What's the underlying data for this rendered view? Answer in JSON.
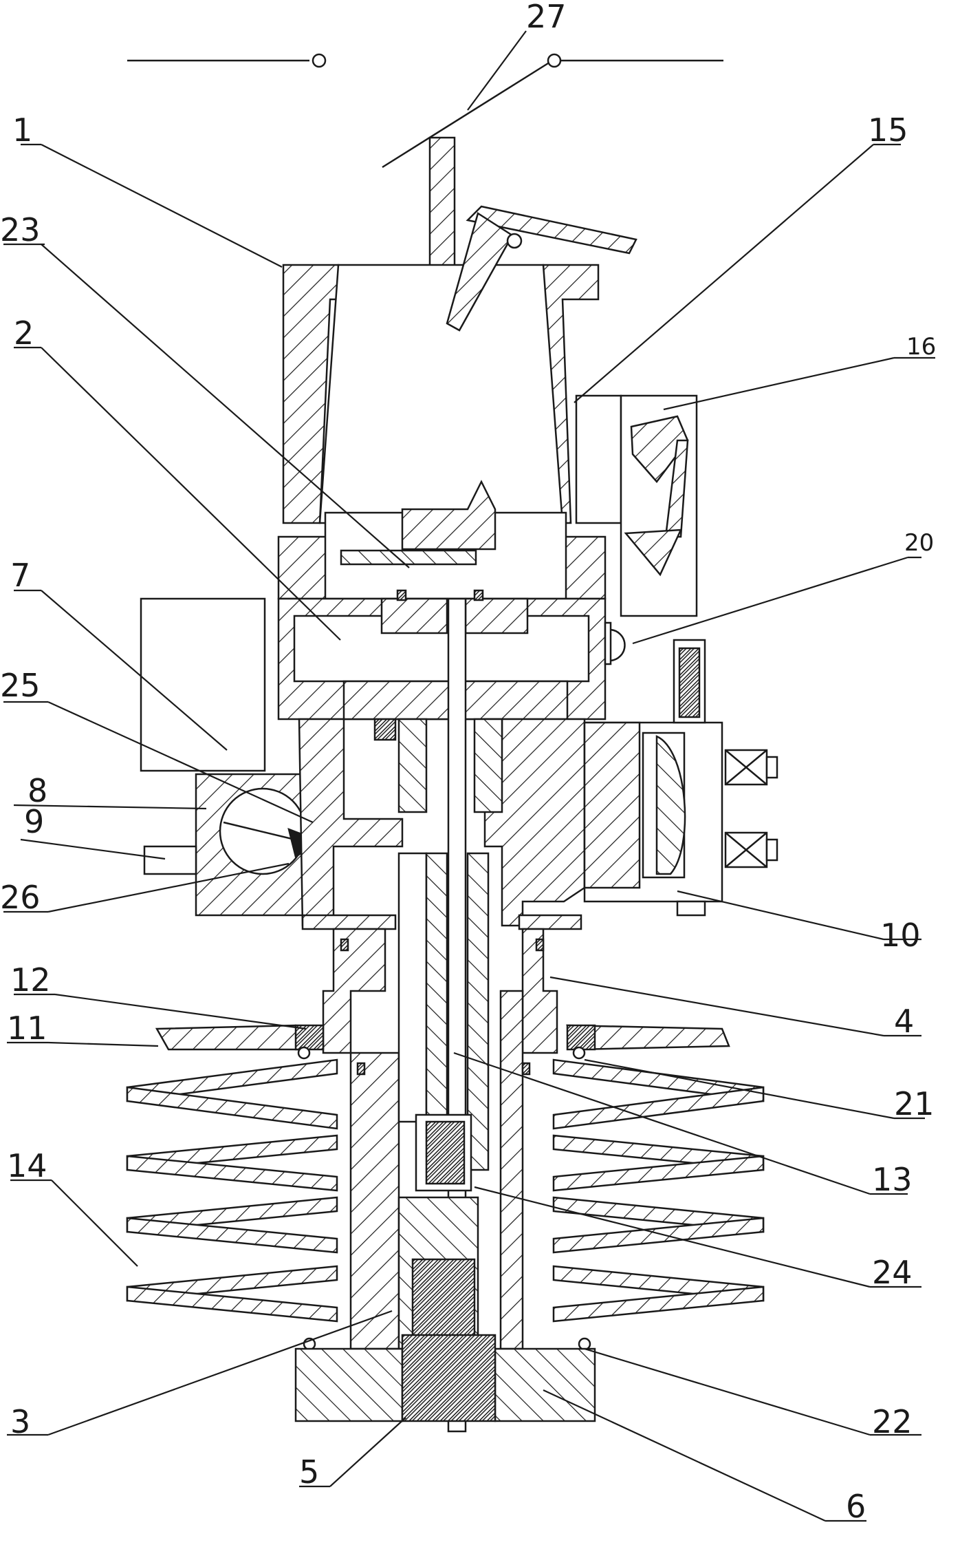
{
  "colors": {
    "ink": "#1a1a1a",
    "hatch": "#1a1a1a",
    "paper": "#ffffff"
  },
  "callouts": [
    {
      "id": "c27",
      "label": "27"
    },
    {
      "id": "c1",
      "label": "1"
    },
    {
      "id": "c15",
      "label": "15"
    },
    {
      "id": "c23",
      "label": "23"
    },
    {
      "id": "c2",
      "label": "2"
    },
    {
      "id": "c16",
      "label": "16"
    },
    {
      "id": "c20",
      "label": "20"
    },
    {
      "id": "c7",
      "label": "7"
    },
    {
      "id": "c25",
      "label": "25"
    },
    {
      "id": "c8",
      "label": "8"
    },
    {
      "id": "c9",
      "label": "9"
    },
    {
      "id": "c26",
      "label": "26"
    },
    {
      "id": "c10",
      "label": "10"
    },
    {
      "id": "c12",
      "label": "12"
    },
    {
      "id": "c4",
      "label": "4"
    },
    {
      "id": "c11",
      "label": "11"
    },
    {
      "id": "c21",
      "label": "21"
    },
    {
      "id": "c14",
      "label": "14"
    },
    {
      "id": "c13",
      "label": "13"
    },
    {
      "id": "c24",
      "label": "24"
    },
    {
      "id": "c3",
      "label": "3"
    },
    {
      "id": "c22",
      "label": "22"
    },
    {
      "id": "c5",
      "label": "5"
    },
    {
      "id": "c6",
      "label": "6"
    }
  ]
}
